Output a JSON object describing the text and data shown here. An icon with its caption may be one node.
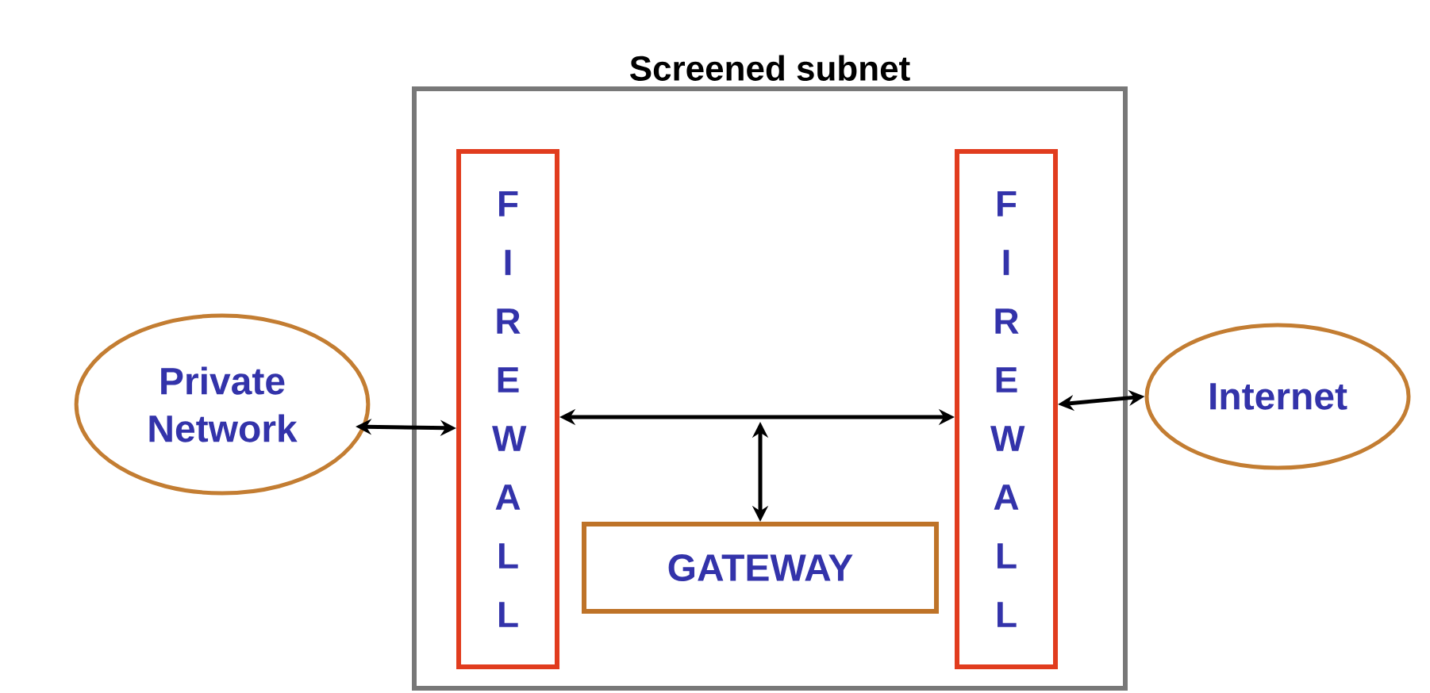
{
  "diagram": {
    "nodes": [
      {
        "text": [
          "Screened subnet"
        ]
      },
      {
        "text": [
          "F I R E W A L L"
        ],
        "in": 0
      },
      {
        "text": [
          "GATEWAY"
        ],
        "in": 0
      },
      {
        "text": [
          "F I R E W A L L"
        ],
        "in": 0
      },
      {
        "text": [
          "Private Network"
        ]
      },
      {
        "text": [
          "Internet"
        ]
      }
    ],
    "edges": [
      {
        "from": 4,
        "to": 1,
        "arrow": "both"
      },
      {
        "from": 1,
        "to": 3,
        "arrow": "both"
      },
      {
        "from": 2,
        "to": null,
        "arrow": "both"
      },
      {
        "from": 3,
        "to": 5,
        "arrow": "both"
      }
    ]
  }
}
